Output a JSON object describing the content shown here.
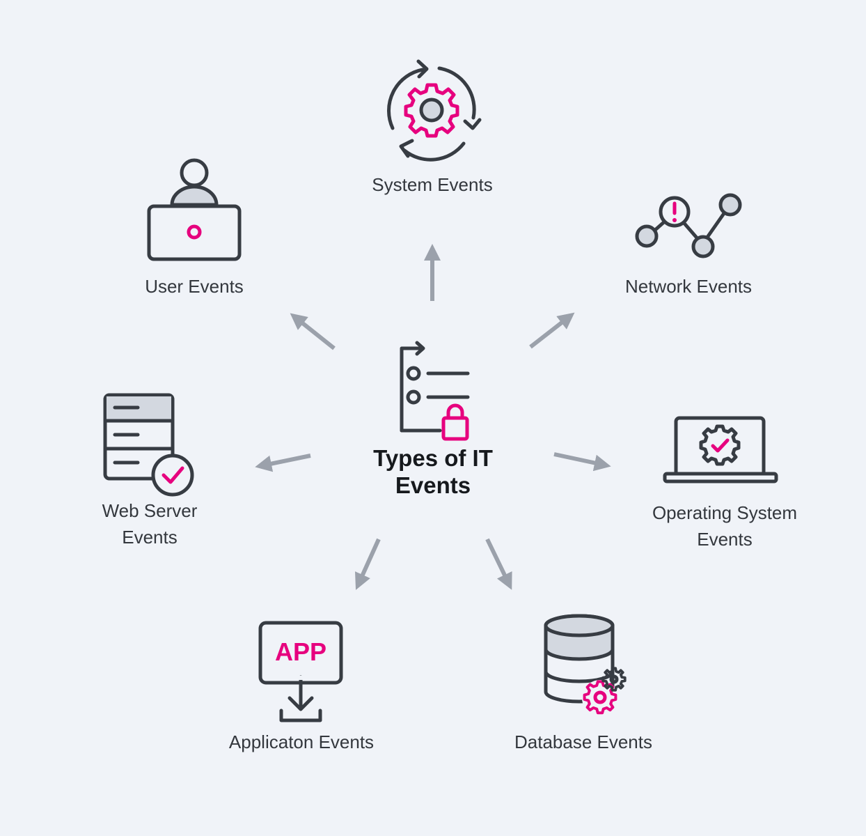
{
  "title": "Types of IT\nEvents",
  "nodes": {
    "system": {
      "label": "System Events",
      "icon": "gear-cycle-icon"
    },
    "user": {
      "label": "User Events",
      "icon": "user-laptop-icon"
    },
    "network": {
      "label": "Network Events",
      "icon": "network-alert-icon"
    },
    "web_server": {
      "label": "Web Server\nEvents",
      "icon": "web-server-check-icon"
    },
    "operating_system": {
      "label": "Operating System\nEvents",
      "icon": "laptop-gear-check-icon"
    },
    "application": {
      "label": "Applicaton Events",
      "icon": "app-download-icon",
      "badge": "APP"
    },
    "database": {
      "label": "Database Events",
      "icon": "database-gears-icon"
    }
  },
  "colors": {
    "background": "#f0f3f8",
    "ink": "#373c43",
    "accent": "#e6007e",
    "arrow": "#9ba1ab",
    "fill_light": "#d3d8e0"
  }
}
